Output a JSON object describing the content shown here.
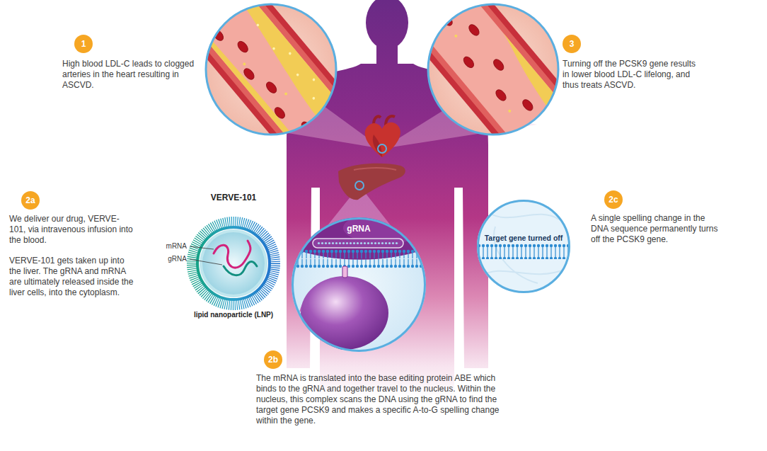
{
  "diagram": {
    "nodes": [
      {
        "text": [
          "1"
        ]
      },
      {
        "text": [
          "3"
        ]
      },
      {
        "text": [
          "2a"
        ]
      },
      {
        "text": [
          "VERVE-101",
          "lipid nanoparticle (LNP)"
        ]
      },
      {
        "text": [
          "2c"
        ]
      },
      {
        "text": [
          "Target gene turned off"
        ]
      },
      {
        "text": [
          "gRNA"
        ]
      },
      {
        "text": [
          "2b"
        ]
      }
    ],
    "labels": [
      "High blood LDL-C leads to clogged arteries in the heart resulting in ASCVD.",
      "Turning off the PCSK9 gene results in lower blood LDL-C lifelong, and thus treats ASCVD.",
      "We deliver our drug, VERVE-101, via intravenous infusion into the blood.",
      "VERVE-101 gets taken up into the liver. The gRNA and mRNA are ultimately released inside the liver cells, into the cytoplasm.",
      "mRNA",
      "gRNA",
      "A single spelling change in the DNA sequence permanently turns off the PCSK9 gene.",
      "The mRNA is translated into the base editing protein ABE which binds to the gRNA and together travel to the nucleus. Within the nucleus, this complex scans the DNA using the gRNA to find the target gene PCSK9 and makes a specific A-to-G spelling change within the gene."
    ]
  }
}
